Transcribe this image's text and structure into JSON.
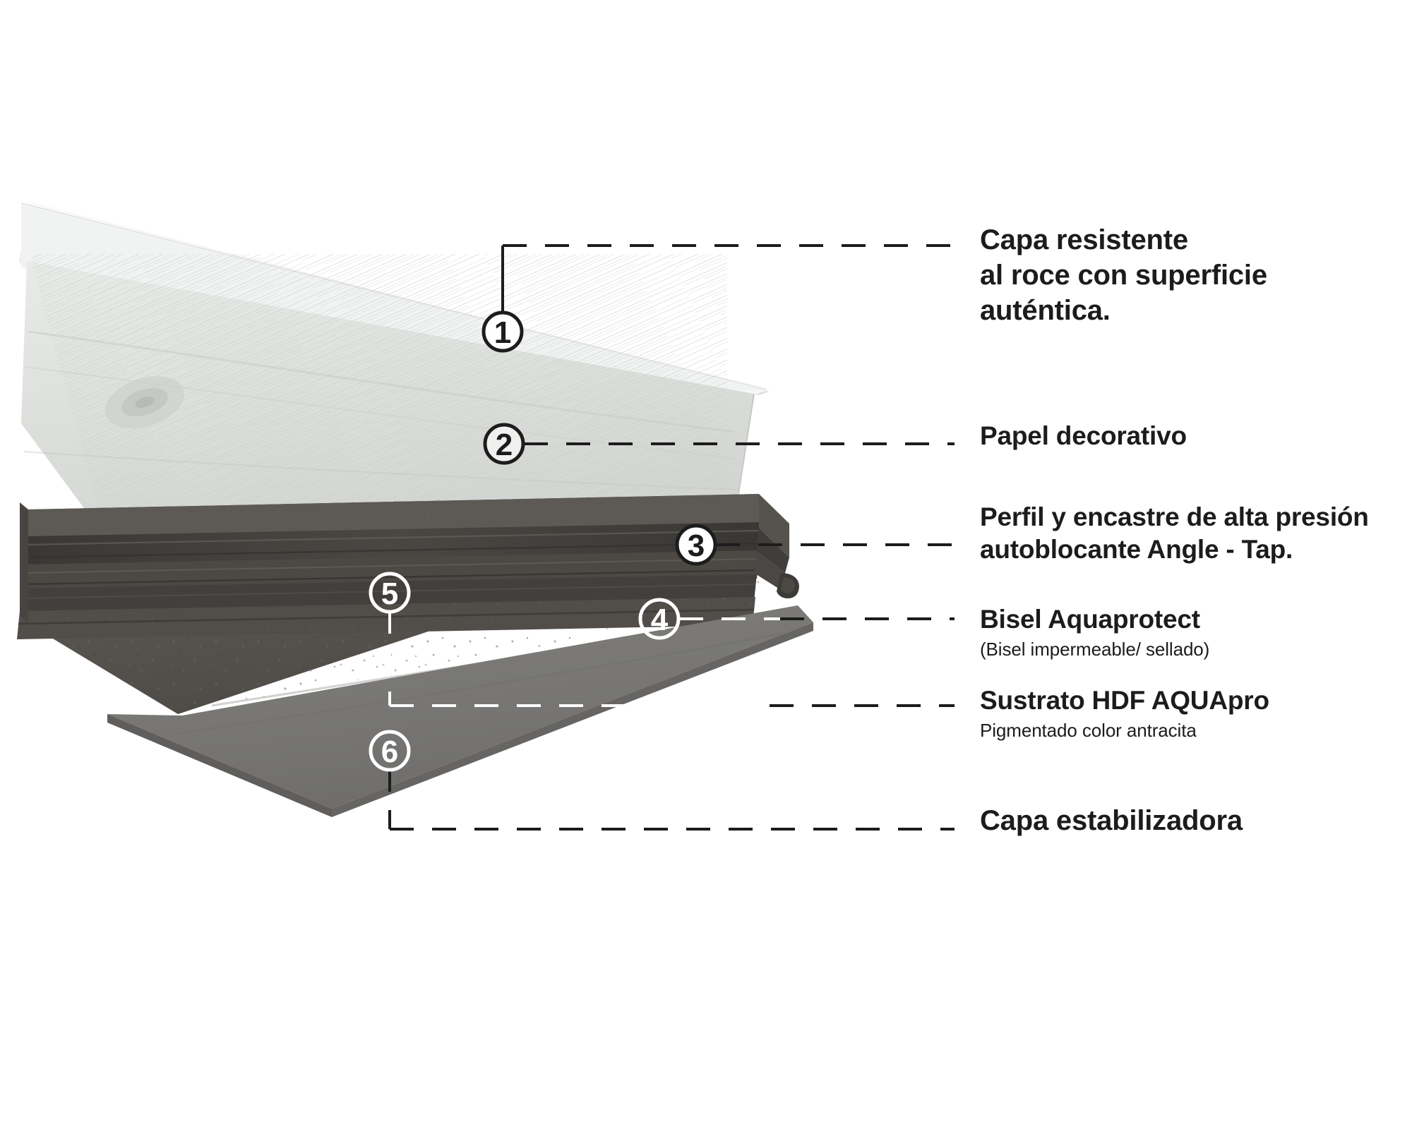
{
  "diagram": {
    "title_semantic": "laminate-flooring-layer-structure",
    "background": "#ffffff",
    "callouts": [
      {
        "number": "1",
        "badge_style": "dark",
        "title": "Capa resistente\nal roce con superficie\nauténtica.",
        "subtitle": ""
      },
      {
        "number": "2",
        "badge_style": "dark",
        "title": "Papel decorativo",
        "subtitle": ""
      },
      {
        "number": "3",
        "badge_style": "dark",
        "title": "Perfil y encastre de alta presión\nautoblocante Angle - Tap.",
        "subtitle": ""
      },
      {
        "number": "4",
        "badge_style": "light",
        "title": "Bisel Aquaprotect",
        "subtitle": "(Bisel impermeable/ sellado)"
      },
      {
        "number": "5",
        "badge_style": "light",
        "title": "Sustrato HDF AQUApro",
        "subtitle": "Pigmentado color antracita"
      },
      {
        "number": "6",
        "badge_style": "light",
        "title": "Capa estabilizadora",
        "subtitle": ""
      }
    ],
    "layers": [
      {
        "name": "wear-layer",
        "label_ref": "1",
        "fill": "#f2f2f2"
      },
      {
        "name": "decor-paper",
        "label_ref": "2",
        "fill": "#dfe1de"
      },
      {
        "name": "hdf-core-top",
        "label_ref": "3",
        "fill": "#55534f"
      },
      {
        "name": "bevel-edge",
        "label_ref": "4",
        "fill": "#3f3d3a"
      },
      {
        "name": "hdf-core-body",
        "label_ref": "5",
        "fill": "#5a5753"
      },
      {
        "name": "stabilizing-layer",
        "label_ref": "6",
        "fill": "#73726f"
      }
    ],
    "colors": {
      "text": "#1c1c1c",
      "leader_dark": "#1c1c1c",
      "leader_light": "#ffffff",
      "wear_layer": "#f2f2f2",
      "decor_paper": "#dfe1de",
      "hdf_core": "#5a5753",
      "bevel": "#3f3d3a",
      "stabilizer": "#73726f"
    }
  }
}
